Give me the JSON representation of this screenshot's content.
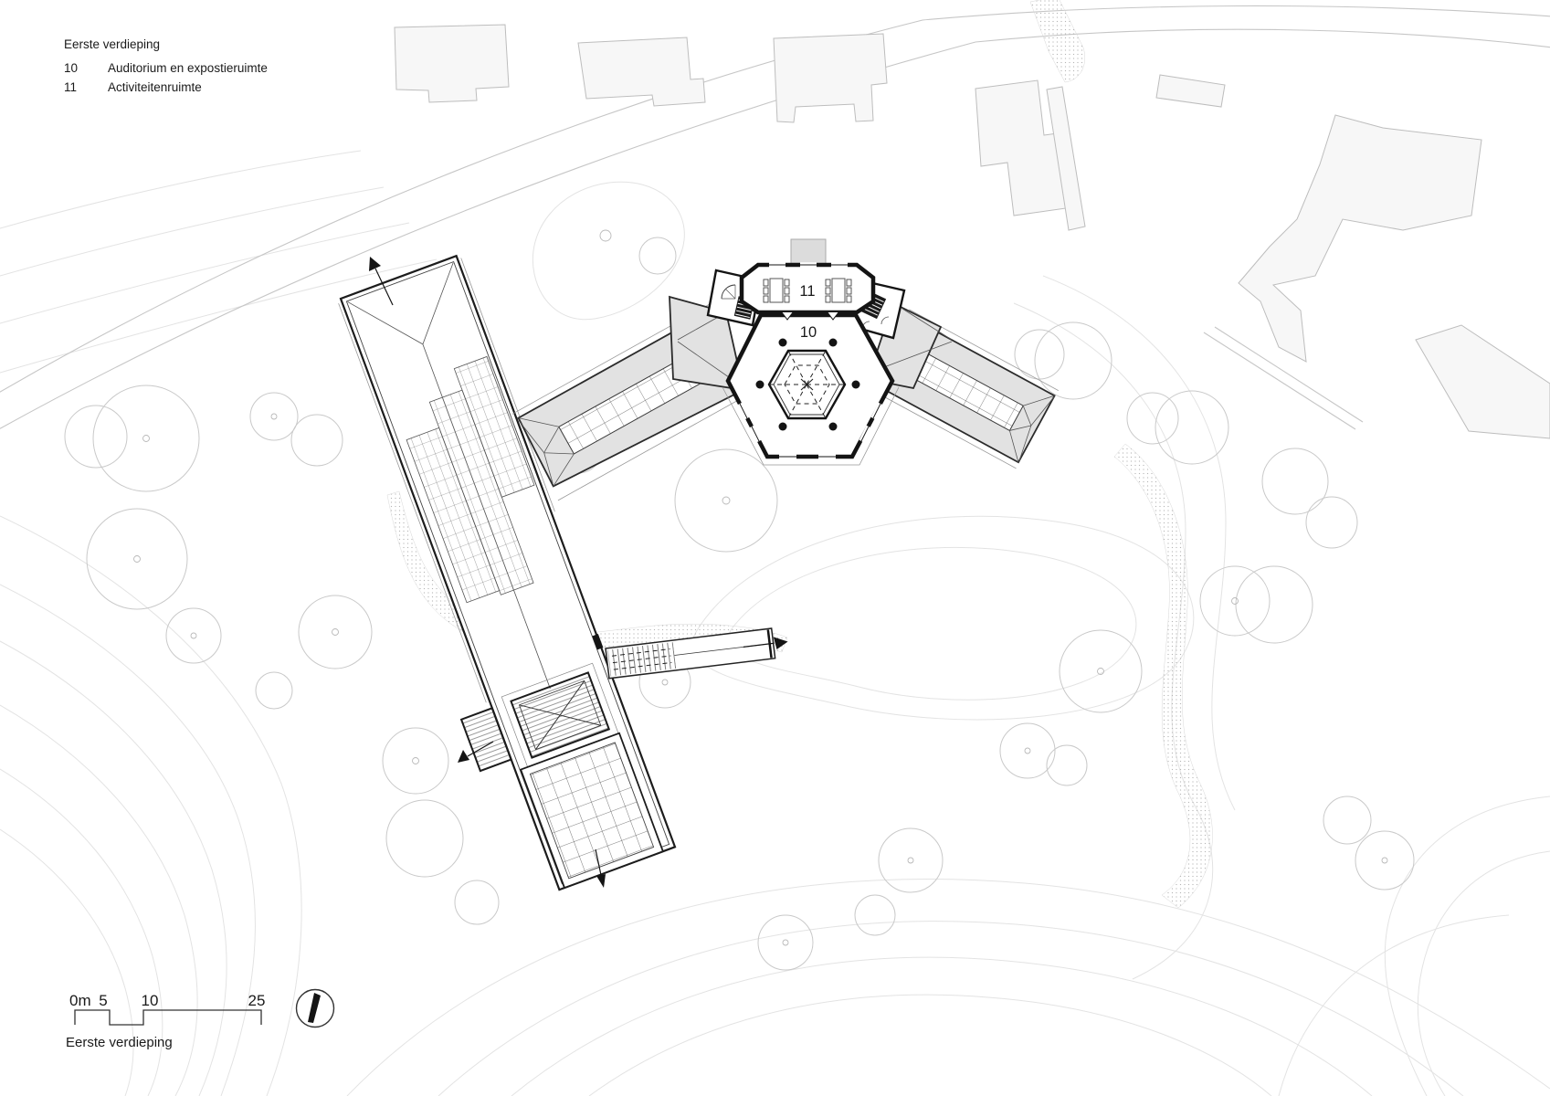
{
  "legend": {
    "title": "Eerste verdieping",
    "items": [
      {
        "number": "10",
        "label": "Auditorium en expostieruimte"
      },
      {
        "number": "11",
        "label": "Activiteitenruimte"
      }
    ]
  },
  "rooms": {
    "r10": "10",
    "r11": "11"
  },
  "scale_bar": {
    "labels": {
      "l0": "0m",
      "l5": "5",
      "l10": "10",
      "l25": "25"
    },
    "caption": "Eerste verdieping"
  },
  "compass": {
    "icon": "north-arrow-icon"
  },
  "colors": {
    "wall": "#141414",
    "roof": "#e2e2e2",
    "ctxFill": "#f7f7f7",
    "ctxStroke": "#bdbdbd",
    "contour": "#e3e3e3",
    "road": "#c6c6c6",
    "tree": "#c9c9c9",
    "stipple": "#b5b5b5",
    "text": "#1a1a1a"
  }
}
